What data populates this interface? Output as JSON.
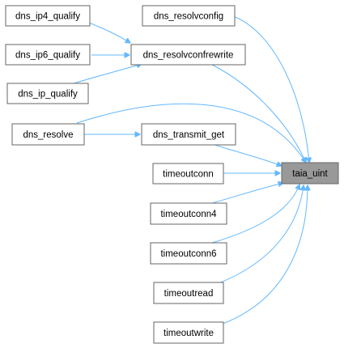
{
  "graph": {
    "target": "taia_uint",
    "nodes": {
      "dns_ip4_qualify": "dns_ip4_qualify",
      "dns_ip6_qualify": "dns_ip6_qualify",
      "dns_ip_qualify": "dns_ip_qualify",
      "dns_resolve": "dns_resolve",
      "dns_resolvconfig": "dns_resolvconfig",
      "dns_resolvconfrewrite": "dns_resolvconfrewrite",
      "dns_transmit_get": "dns_transmit_get",
      "timeoutconn": "timeoutconn",
      "timeoutconn4": "timeoutconn4",
      "timeoutconn6": "timeoutconn6",
      "timeoutread": "timeoutread",
      "timeoutwrite": "timeoutwrite",
      "taia_uint": "taia_uint"
    },
    "edges": [
      [
        "dns_ip4_qualify",
        "dns_resolvconfrewrite"
      ],
      [
        "dns_ip6_qualify",
        "dns_resolvconfrewrite"
      ],
      [
        "dns_ip_qualify",
        "dns_resolvconfrewrite"
      ],
      [
        "dns_resolve",
        "dns_transmit_get"
      ],
      [
        "dns_resolve",
        "taia_uint"
      ],
      [
        "dns_resolvconfig",
        "taia_uint"
      ],
      [
        "dns_resolvconfrewrite",
        "taia_uint"
      ],
      [
        "dns_transmit_get",
        "taia_uint"
      ],
      [
        "timeoutconn",
        "taia_uint"
      ],
      [
        "timeoutconn4",
        "taia_uint"
      ],
      [
        "timeoutconn6",
        "taia_uint"
      ],
      [
        "timeoutread",
        "taia_uint"
      ],
      [
        "timeoutwrite",
        "taia_uint"
      ]
    ],
    "colors": {
      "edge": "#63b8ff",
      "node_border": "#666666",
      "target_fill": "#999999"
    }
  }
}
